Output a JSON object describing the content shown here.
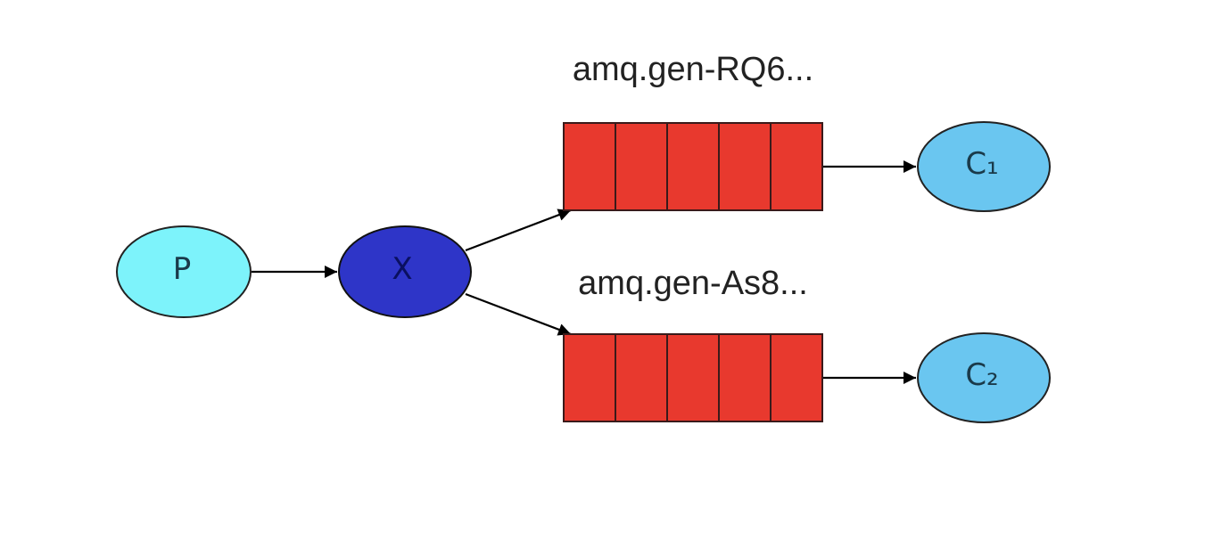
{
  "nodes": {
    "producer": {
      "label": "P",
      "fill": "#7df3fb",
      "text_color": "#1a3a4a"
    },
    "exchange": {
      "label": "X",
      "fill": "#2e35c8",
      "text_color": "#0a1060"
    },
    "consumer_1": {
      "label": "C₁",
      "fill": "#6ac6f0",
      "text_color": "#1a3a4a"
    },
    "consumer_2": {
      "label": "C₂",
      "fill": "#6ac6f0",
      "text_color": "#1a3a4a"
    }
  },
  "queues": [
    {
      "label": "amq.gen-RQ6...",
      "cells": 5,
      "fill": "#e8392e"
    },
    {
      "label": "amq.gen-As8...",
      "cells": 5,
      "fill": "#e8392e"
    }
  ],
  "edges": [
    {
      "from": "producer",
      "to": "exchange"
    },
    {
      "from": "exchange",
      "to": "queue_1"
    },
    {
      "from": "exchange",
      "to": "queue_2"
    },
    {
      "from": "queue_1",
      "to": "consumer_1"
    },
    {
      "from": "queue_2",
      "to": "consumer_2"
    }
  ]
}
